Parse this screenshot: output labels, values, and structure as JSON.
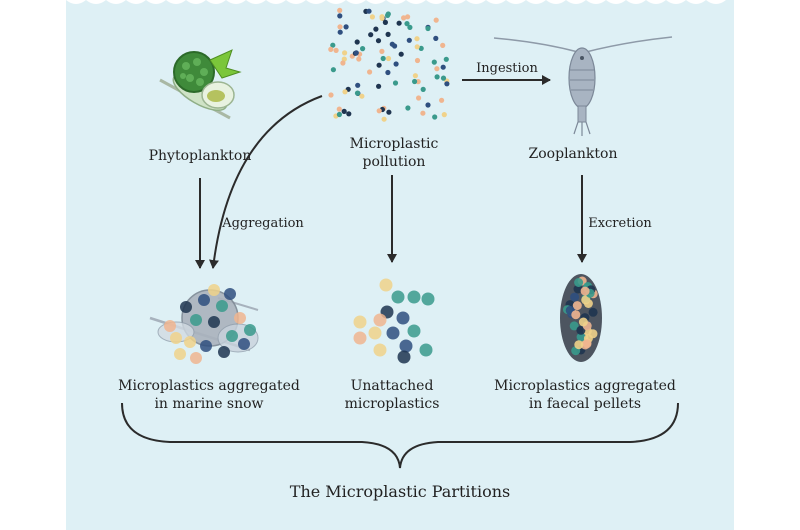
{
  "colors": {
    "background": "#def0f5",
    "arrow": "#2b2b2b",
    "particle_dark_blue": "#2f4f7f",
    "particle_teal": "#3a9a8c",
    "particle_peach": "#f0b58f",
    "particle_yellow": "#f0d28a",
    "particle_navy": "#1f3550"
  },
  "nodes": {
    "phytoplankton": "Phytoplankton",
    "microplastic_pollution_line1": "Microplastic",
    "microplastic_pollution_line2": "pollution",
    "zooplankton": "Zooplankton",
    "marine_snow_line1": "Microplastics aggregated",
    "marine_snow_line2": "in marine snow",
    "unattached_line1": "Unattached",
    "unattached_line2": "microplastics",
    "faecal_line1": "Microplastics aggregated",
    "faecal_line2": "in faecal pellets"
  },
  "edges": {
    "ingestion": "Ingestion",
    "aggregation": "Aggregation",
    "excretion": "Excretion"
  },
  "footer": {
    "title": "The Microplastic Partitions"
  },
  "icons": [
    "phytoplankton-icon",
    "microplastic-particles-icon",
    "zooplankton-icon",
    "marine-snow-icon",
    "unattached-particles-icon",
    "faecal-pellet-icon"
  ]
}
